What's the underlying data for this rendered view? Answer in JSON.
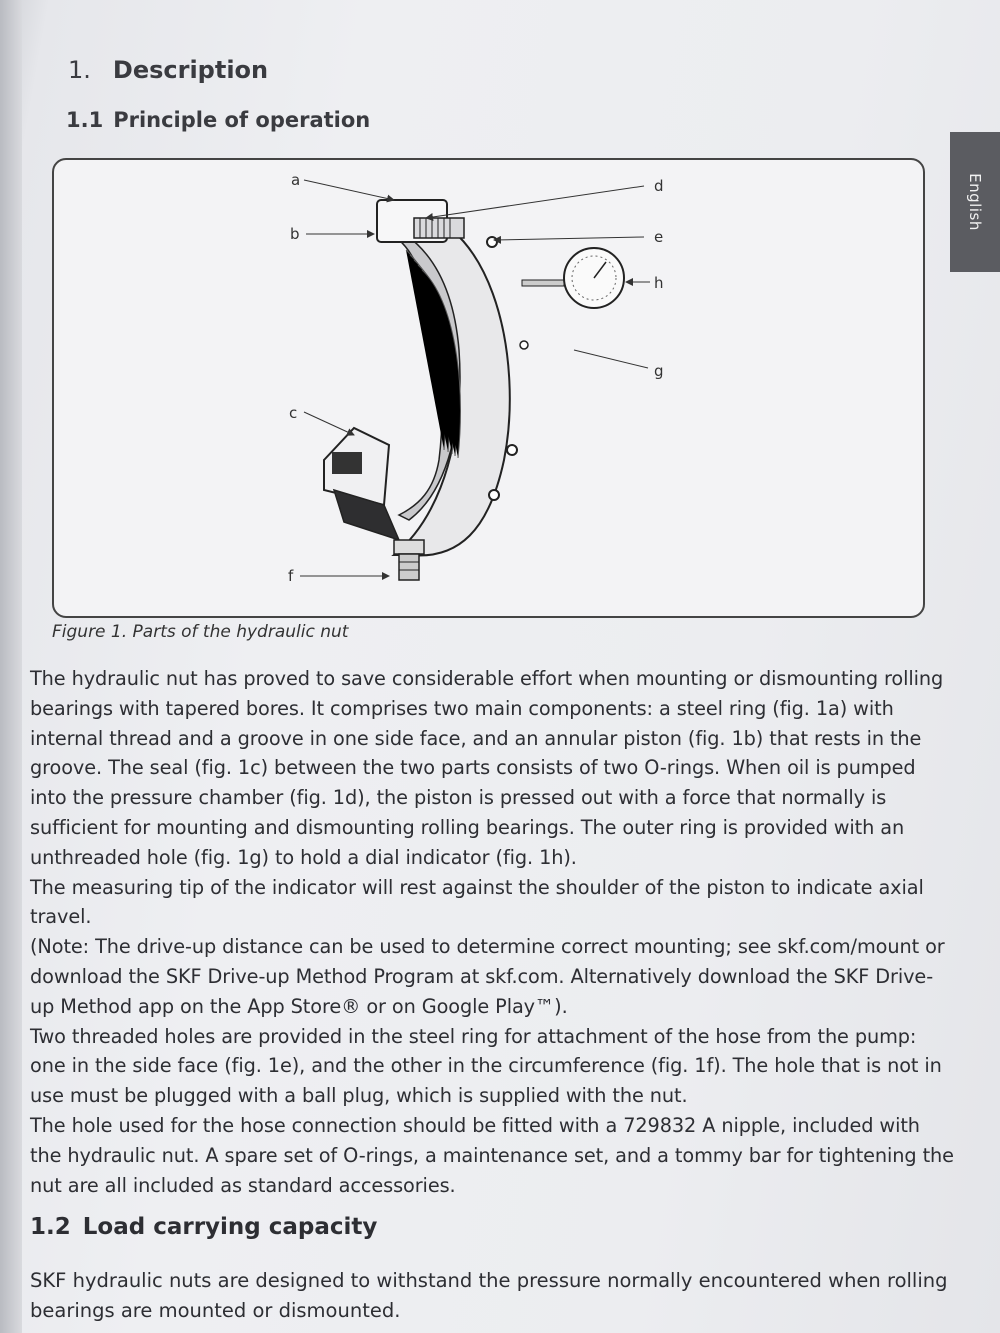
{
  "side_tab": "English",
  "section": {
    "number": "1.",
    "title": "Description"
  },
  "subsection_1": {
    "number": "1.1",
    "title": "Principle of operation"
  },
  "figure": {
    "caption": "Figure 1. Parts of the hydraulic nut",
    "labels": {
      "a": "a",
      "b": "b",
      "c": "c",
      "d": "d",
      "e": "e",
      "f": "f",
      "g": "g",
      "h": "h"
    }
  },
  "paragraphs": [
    "The hydraulic nut has proved to save considerable effort when mounting or dismounting rolling bearings with tapered bores. It comprises two main components: a steel ring (fig. 1a) with internal thread and a groove in one side face, and an annular piston (fig. 1b) that rests in the groove. The seal (fig. 1c) between the two parts consists of two O-rings. When oil is pumped into the pressure chamber (fig. 1d), the piston is pressed out with a force that normally is sufficient for mounting and dismounting rolling bearings. The outer ring is provided with an unthreaded hole (fig. 1g) to hold a dial indicator (fig. 1h).",
    "The measuring tip of the indicator will rest against the shoulder of the piston to indicate axial travel.",
    "(Note: The drive-up distance can be used to determine correct mounting; see skf.com/mount or download the SKF Drive-up Method Program at skf.com. Alternatively download the SKF Drive-up Method app on the App Store® or on Google Play™).",
    "Two threaded holes are provided in the steel ring for attachment of the hose from the pump: one in the side face (fig. 1e), and the other in the circumference (fig. 1f). The hole that is not in use must be plugged with a ball plug, which is supplied with the nut.",
    "The hole used for the hose connection should be fitted with a 729832 A nipple, included with the hydraulic nut. A spare set of O-rings, a maintenance set, and a tommy bar for tightening the nut are all included as standard accessories."
  ],
  "subsection_2": {
    "number": "1.2",
    "title": "Load carrying capacity"
  },
  "subsection_2_text": "SKF hydraulic nuts are designed to withstand the pressure normally encountered when rolling bearings are mounted or dismounted.",
  "colors": {
    "tab_bg": "#5b5c61",
    "text": "#2d2e33",
    "figure_border": "#444444"
  }
}
